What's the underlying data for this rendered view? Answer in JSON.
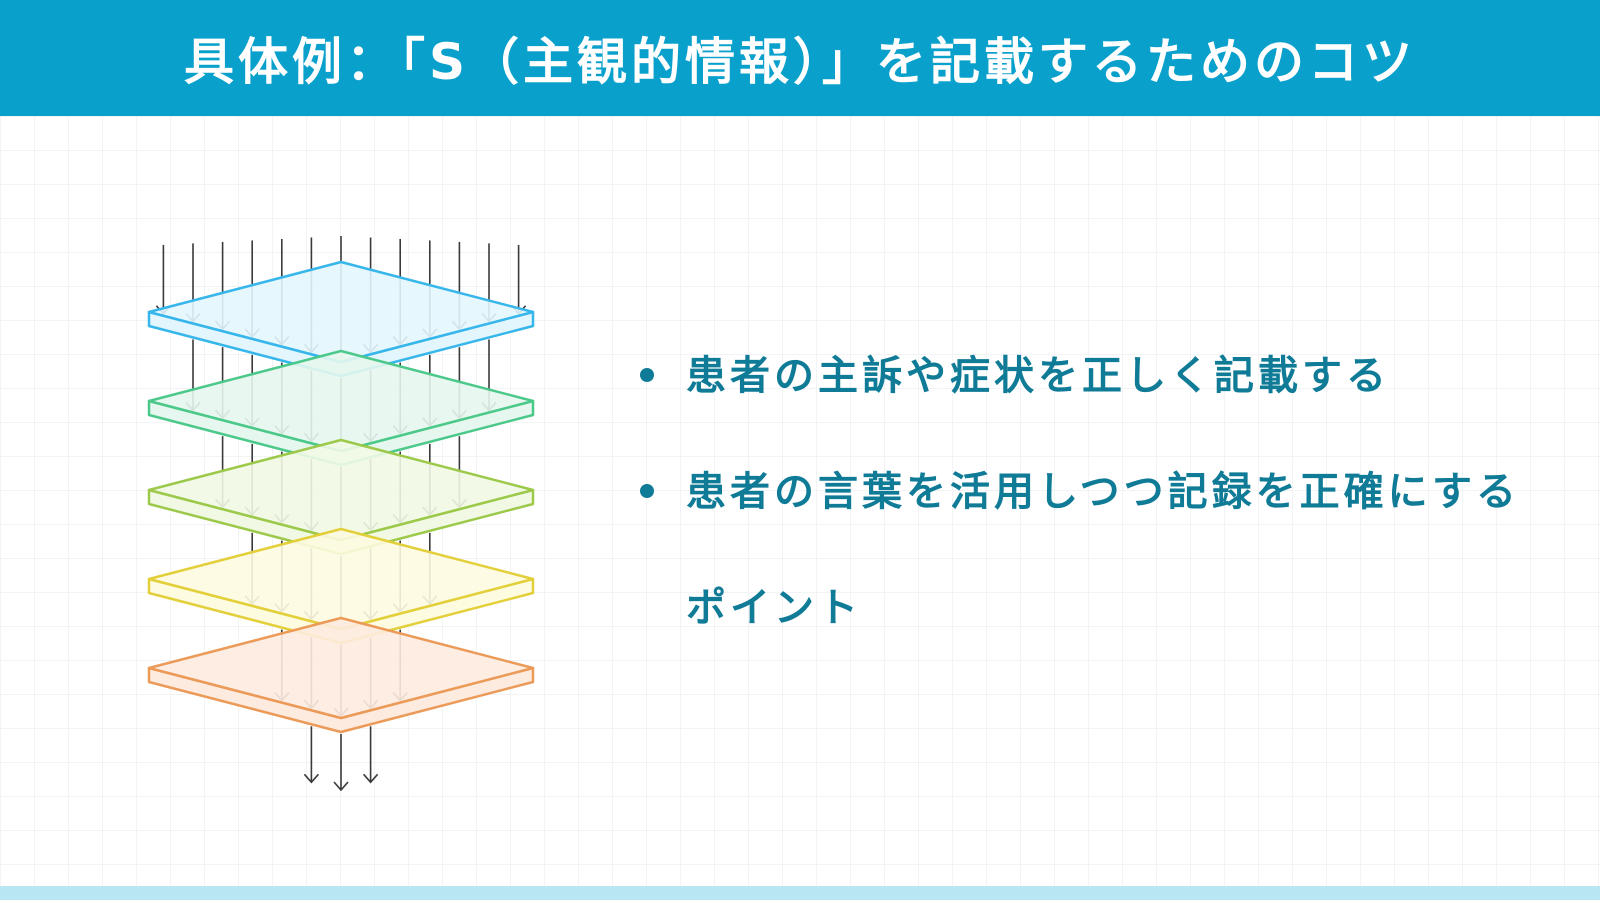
{
  "header": {
    "title": "具体例：「S（主観的情報）」を記載するためのコツ",
    "bg_color": "#0aa0cc"
  },
  "bullets": [
    "患者の主訴や症状を正しく記載する",
    "患者の言葉を活用しつつ記録を正確にするポイント"
  ],
  "diagram": {
    "layers": [
      {
        "name": "layer-blue",
        "fill": "#e3f6fd",
        "stroke": "#36b6ea"
      },
      {
        "name": "layer-green",
        "fill": "#e5f7ee",
        "stroke": "#4cc98a"
      },
      {
        "name": "layer-lime",
        "fill": "#f1f9e4",
        "stroke": "#9cc94a"
      },
      {
        "name": "layer-yellow",
        "fill": "#fdfbe0",
        "stroke": "#e3cf3a"
      },
      {
        "name": "layer-orange",
        "fill": "#fdebe0",
        "stroke": "#ec9a58"
      }
    ],
    "arrow_counts": [
      13,
      11,
      9,
      7,
      5,
      3
    ]
  }
}
